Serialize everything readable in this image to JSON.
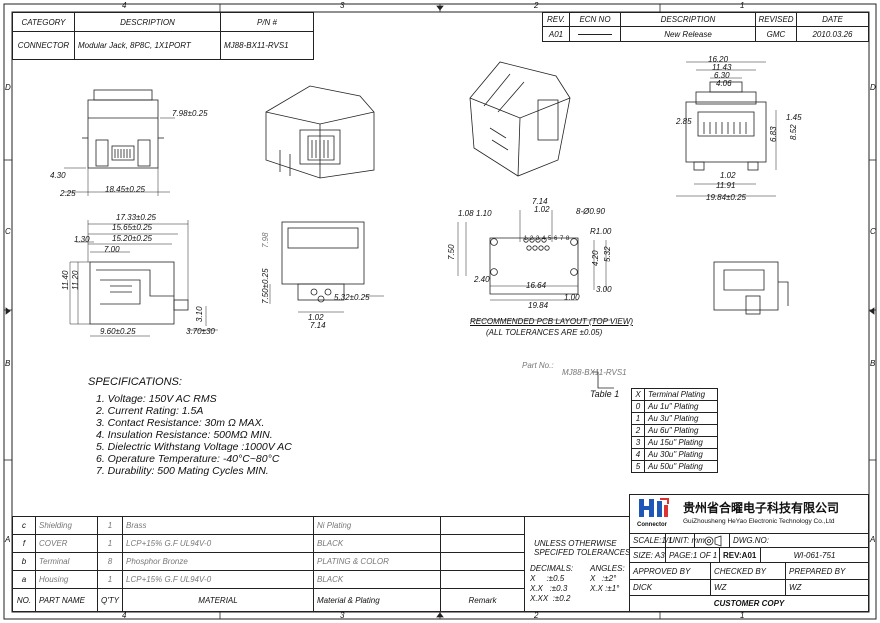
{
  "border": {
    "cols_top": [
      "4",
      "3",
      "2",
      "1"
    ],
    "cols_bottom": [
      "4",
      "3",
      "2",
      "1"
    ],
    "rows_left": [
      "D",
      "C",
      "B",
      "A"
    ],
    "rows_right": [
      "D",
      "C",
      "B",
      "A"
    ]
  },
  "header_left": {
    "headers": [
      "CATEGORY",
      "DESCRIPTION",
      "P/N #"
    ],
    "values": [
      "CONNECTOR",
      "Modular Jack, 8P8C, 1X1PORT",
      "MJ88-BX11-RVS1"
    ]
  },
  "revision": {
    "headers": [
      "REV.",
      "ECN NO",
      "DESCRIPTION",
      "REVISED",
      "DATE"
    ],
    "values": [
      "A01",
      "",
      "New Release",
      "GMC",
      "2010.03.26"
    ]
  },
  "dims": {
    "front": [
      "7.98±0.25",
      "4.30",
      "2.25",
      "18.45±0.25"
    ],
    "side": [
      "17.33±0.25",
      "15.65±0.25",
      "15.20±0.25",
      "1.30",
      "7.00",
      "11.40",
      "11.20",
      "9.60±0.25",
      "3.10",
      "3.70±30"
    ],
    "bottom": [
      "7.98",
      "7.50±0.25",
      "5.32±0.25",
      "1.02",
      "7.14"
    ],
    "pcb": [
      "7.14",
      "1.02",
      "1.08",
      "1.10",
      "8-Ø0.90",
      "R1.00",
      "7.50",
      "4.20",
      "5.32",
      "2.40",
      "16.64",
      "3.00",
      "1.00",
      "19.84"
    ],
    "pcb_caption": "RECOMMENDED PCB LAYOUT (TOP VIEW)",
    "pcb_tolerance": "(ALL TOLERANCES ARE ±0.05)",
    "right": [
      "16.20",
      "11.43",
      "6.30",
      "4.06",
      "2.85",
      "6.83",
      "1.45",
      "8.52",
      "1.02",
      "11.91",
      "19.84±0.25"
    ],
    "pins": [
      "1",
      "2",
      "3",
      "4",
      "5",
      "6",
      "7",
      "8"
    ]
  },
  "specifications": {
    "title": "SPECIFICATIONS:",
    "items": [
      "1. Voltage: 150V AC RMS",
      "2. Current Rating: 1.5A",
      "3. Contact Resistance: 30m Ω MAX.",
      "4. Insulation Resistance: 500MΩ MIN.",
      "5. Dielectric Withstang Voltage :1000V AC",
      "6. Operature Temperature: -40°C~80°C",
      "7. Durability: 500 Mating Cycles MIN."
    ]
  },
  "part_no": {
    "label": "Part No.:",
    "value": "MJ88-BX11-RVS1"
  },
  "table1": {
    "label": "Table 1",
    "headers": [
      "X",
      "Terminal Plating"
    ],
    "rows": [
      [
        "0",
        "Au 1u\" Plating"
      ],
      [
        "1",
        "Au 3u\" Plating"
      ],
      [
        "2",
        "Au 6u\" Plating"
      ],
      [
        "3",
        "Au 15u\" Plating"
      ],
      [
        "4",
        "Au 30u\" Plating"
      ],
      [
        "5",
        "Au 50u\" Plating"
      ]
    ]
  },
  "bom": {
    "rows": [
      [
        "c",
        "Shielding",
        "1",
        "Brass",
        "Ni Plating",
        ""
      ],
      [
        "f",
        "COVER",
        "1",
        "LCP+15% G.F UL94V-0",
        "BLACK",
        ""
      ],
      [
        "b",
        "Terminal",
        "8",
        "Phosphor Bronze",
        "PLATING & COLOR",
        ""
      ],
      [
        "a",
        "Housing",
        "1",
        "LCP+15% G.F UL94V-0",
        "BLACK",
        ""
      ]
    ],
    "headers": [
      "NO.",
      "PART NAME",
      "Q'TY",
      "MATERIAL",
      "Material & Plating",
      "Remark"
    ]
  },
  "tolerances": {
    "title1": "UNLESS OTHERWISE",
    "title2": "SPECIFED TOLERANCES",
    "decimals_label": "DECIMALS:",
    "decimals": [
      "X     :±0.5",
      "X.X   :±0.3",
      "X.XX  :±0.2"
    ],
    "angles_label": "ANGLES:",
    "angles": [
      "X   :±2°",
      "X.X :±1°"
    ]
  },
  "company": {
    "logo_text": "Connector",
    "name_cn": "贵州省合曜电子科技有限公司",
    "name_en": "GuiZhousheng HeYao Electronic Technology Co.,Ltd"
  },
  "title_block": {
    "scale": "SCALE:1/1",
    "unit": "UNIT: mm",
    "dwg_label": "DWG.NO:",
    "dwg_no": "WI-061-751",
    "size": "SIZE: A3",
    "page": "PAGE:1 OF 1",
    "rev": "REV:A01",
    "approved_label": "APPROVED BY",
    "checked_label": "CHECKED BY",
    "prepared_label": "PREPARED BY",
    "approved": "DICK",
    "checked": "WZ",
    "prepared": "WZ",
    "customer_copy": "CUSTOMER COPY"
  }
}
